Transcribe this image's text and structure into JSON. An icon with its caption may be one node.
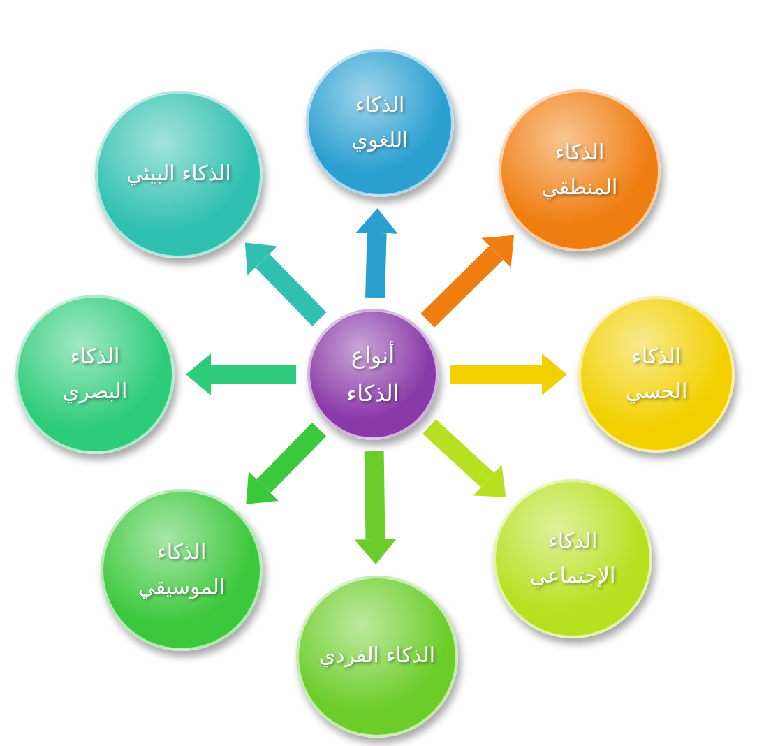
{
  "diagram": {
    "nodes": [
      {
        "text": [
          "أنواع الذكاء"
        ]
      },
      {
        "text": [
          "الذكاء اللغوي"
        ]
      },
      {
        "text": [
          "الذكاء المنطقي"
        ]
      },
      {
        "text": [
          "الذكاء الحسي"
        ]
      },
      {
        "text": [
          "الذكاء الإجتماعي"
        ]
      },
      {
        "text": [
          "الذكاء الفردي"
        ]
      },
      {
        "text": [
          "الذكاء الموسيقي"
        ]
      },
      {
        "text": [
          "الذكاء البصري"
        ]
      },
      {
        "text": [
          "الذكاء البيئي"
        ]
      }
    ],
    "edges": [
      {
        "from": 0,
        "to": 1,
        "arrow": "to",
        "color": "#2a9fd0"
      },
      {
        "from": 0,
        "to": 2,
        "arrow": "to",
        "color": "#f07d10"
      },
      {
        "from": 0,
        "to": 3,
        "arrow": "to",
        "color": "#f2d000"
      },
      {
        "from": 0,
        "to": 4,
        "arrow": "to",
        "color": "#b8e020"
      },
      {
        "from": 0,
        "to": 5,
        "arrow": "to",
        "color": "#6ccd2a"
      },
      {
        "from": 0,
        "to": 6,
        "arrow": "to",
        "color": "#3cc83c"
      },
      {
        "from": 0,
        "to": 7,
        "arrow": "to",
        "color": "#2ecc7a"
      },
      {
        "from": 0,
        "to": 8,
        "arrow": "to",
        "color": "#30c0b0"
      }
    ]
  }
}
